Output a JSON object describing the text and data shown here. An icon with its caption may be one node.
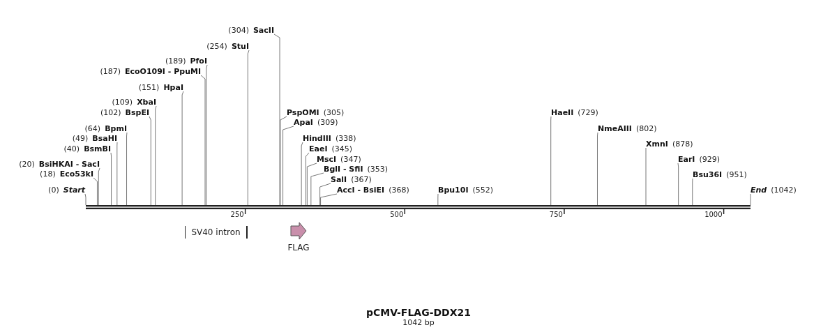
{
  "diagram": {
    "title": "pCMV-FLAG-DDX21",
    "caption": "1042 bp",
    "nodes": [
      {
        "text": [
          "(304)",
          "SacII"
        ]
      },
      {
        "text": [
          "(254)",
          "StuI"
        ]
      },
      {
        "text": [
          "(189)",
          "PfoI"
        ]
      },
      {
        "text": [
          "(187)",
          "EcoO109I - PpuMI"
        ]
      },
      {
        "text": [
          "(151)",
          "HpaI"
        ]
      },
      {
        "text": [
          "(109)",
          "XbaI"
        ]
      },
      {
        "text": [
          "(102)",
          "BspEI"
        ]
      },
      {
        "text": [
          "PspOMI",
          "(305)"
        ]
      },
      {
        "text": [
          "HaeII",
          "(729)"
        ]
      },
      {
        "text": [
          "ApaI",
          "(309)"
        ]
      },
      {
        "text": [
          "(64)",
          "BpmI"
        ]
      },
      {
        "text": [
          "NmeAIII",
          "(802)"
        ]
      },
      {
        "text": [
          "(49)",
          "BsaHI"
        ]
      },
      {
        "text": [
          "HindIII",
          "(338)"
        ]
      },
      {
        "text": [
          "(40)",
          "BsmBI"
        ]
      },
      {
        "text": [
          "EaeI",
          "(345)"
        ]
      },
      {
        "text": [
          "XmnI",
          "(878)"
        ]
      },
      {
        "text": [
          "(20)",
          "BsiHKAI - SacI"
        ]
      },
      {
        "text": [
          "MscI",
          "(347)"
        ]
      },
      {
        "text": [
          "EarI",
          "(929)"
        ]
      },
      {
        "text": [
          "BglI - SfiI",
          "(353)"
        ]
      },
      {
        "text": [
          "(18)",
          "Eco53kI"
        ]
      },
      {
        "text": [
          "Bsu36I",
          "(951)"
        ]
      },
      {
        "text": [
          "SalI",
          "(367)"
        ]
      },
      {
        "text": [
          "(0)",
          "Start"
        ]
      },
      {
        "text": [
          "AccI - BsiEI",
          "(368)"
        ]
      },
      {
        "text": [
          "Bpu10I",
          "(552)"
        ]
      },
      {
        "text": [
          "End",
          "(1042)"
        ]
      },
      {
        "text": [],
        "shape": "bar"
      },
      {
        "text": [
          "SV40 intron"
        ]
      },
      {
        "text": [
          "FLAG"
        ]
      }
    ],
    "edges": [
      {
        "from": 0,
        "to": 28,
        "arrow": "none"
      },
      {
        "from": 1,
        "to": 28,
        "arrow": "none"
      },
      {
        "from": 2,
        "to": 28,
        "arrow": "none"
      },
      {
        "from": 3,
        "to": 28,
        "arrow": "none"
      },
      {
        "from": 4,
        "to": 28,
        "arrow": "none"
      },
      {
        "from": 5,
        "to": 28,
        "arrow": "none"
      },
      {
        "from": 6,
        "to": 28,
        "arrow": "none"
      },
      {
        "from": 7,
        "to": 28,
        "arrow": "none"
      },
      {
        "from": 8,
        "to": 28,
        "arrow": "none"
      },
      {
        "from": 9,
        "to": 28,
        "arrow": "none"
      },
      {
        "from": 10,
        "to": 28,
        "arrow": "none"
      },
      {
        "from": 11,
        "to": 28,
        "arrow": "none"
      },
      {
        "from": 12,
        "to": 28,
        "arrow": "none"
      },
      {
        "from": 13,
        "to": 28,
        "arrow": "none"
      },
      {
        "from": 14,
        "to": 28,
        "arrow": "none"
      },
      {
        "from": 15,
        "to": 28,
        "arrow": "none"
      },
      {
        "from": 16,
        "to": 28,
        "arrow": "none"
      },
      {
        "from": 17,
        "to": 28,
        "arrow": "none"
      },
      {
        "from": 18,
        "to": 28,
        "arrow": "none"
      },
      {
        "from": 19,
        "to": 28,
        "arrow": "none"
      },
      {
        "from": 20,
        "to": 28,
        "arrow": "none"
      },
      {
        "from": 21,
        "to": 28,
        "arrow": "none"
      },
      {
        "from": 22,
        "to": 28,
        "arrow": "none"
      },
      {
        "from": 23,
        "to": 28,
        "arrow": "none"
      },
      {
        "from": 24,
        "to": 28,
        "arrow": "none"
      },
      {
        "from": 25,
        "to": 28,
        "arrow": "none"
      },
      {
        "from": 26,
        "to": 28,
        "arrow": "none"
      },
      {
        "from": 27,
        "to": 28,
        "arrow": "none"
      }
    ],
    "labels": [
      "250",
      "500",
      "750",
      "1000"
    ]
  }
}
